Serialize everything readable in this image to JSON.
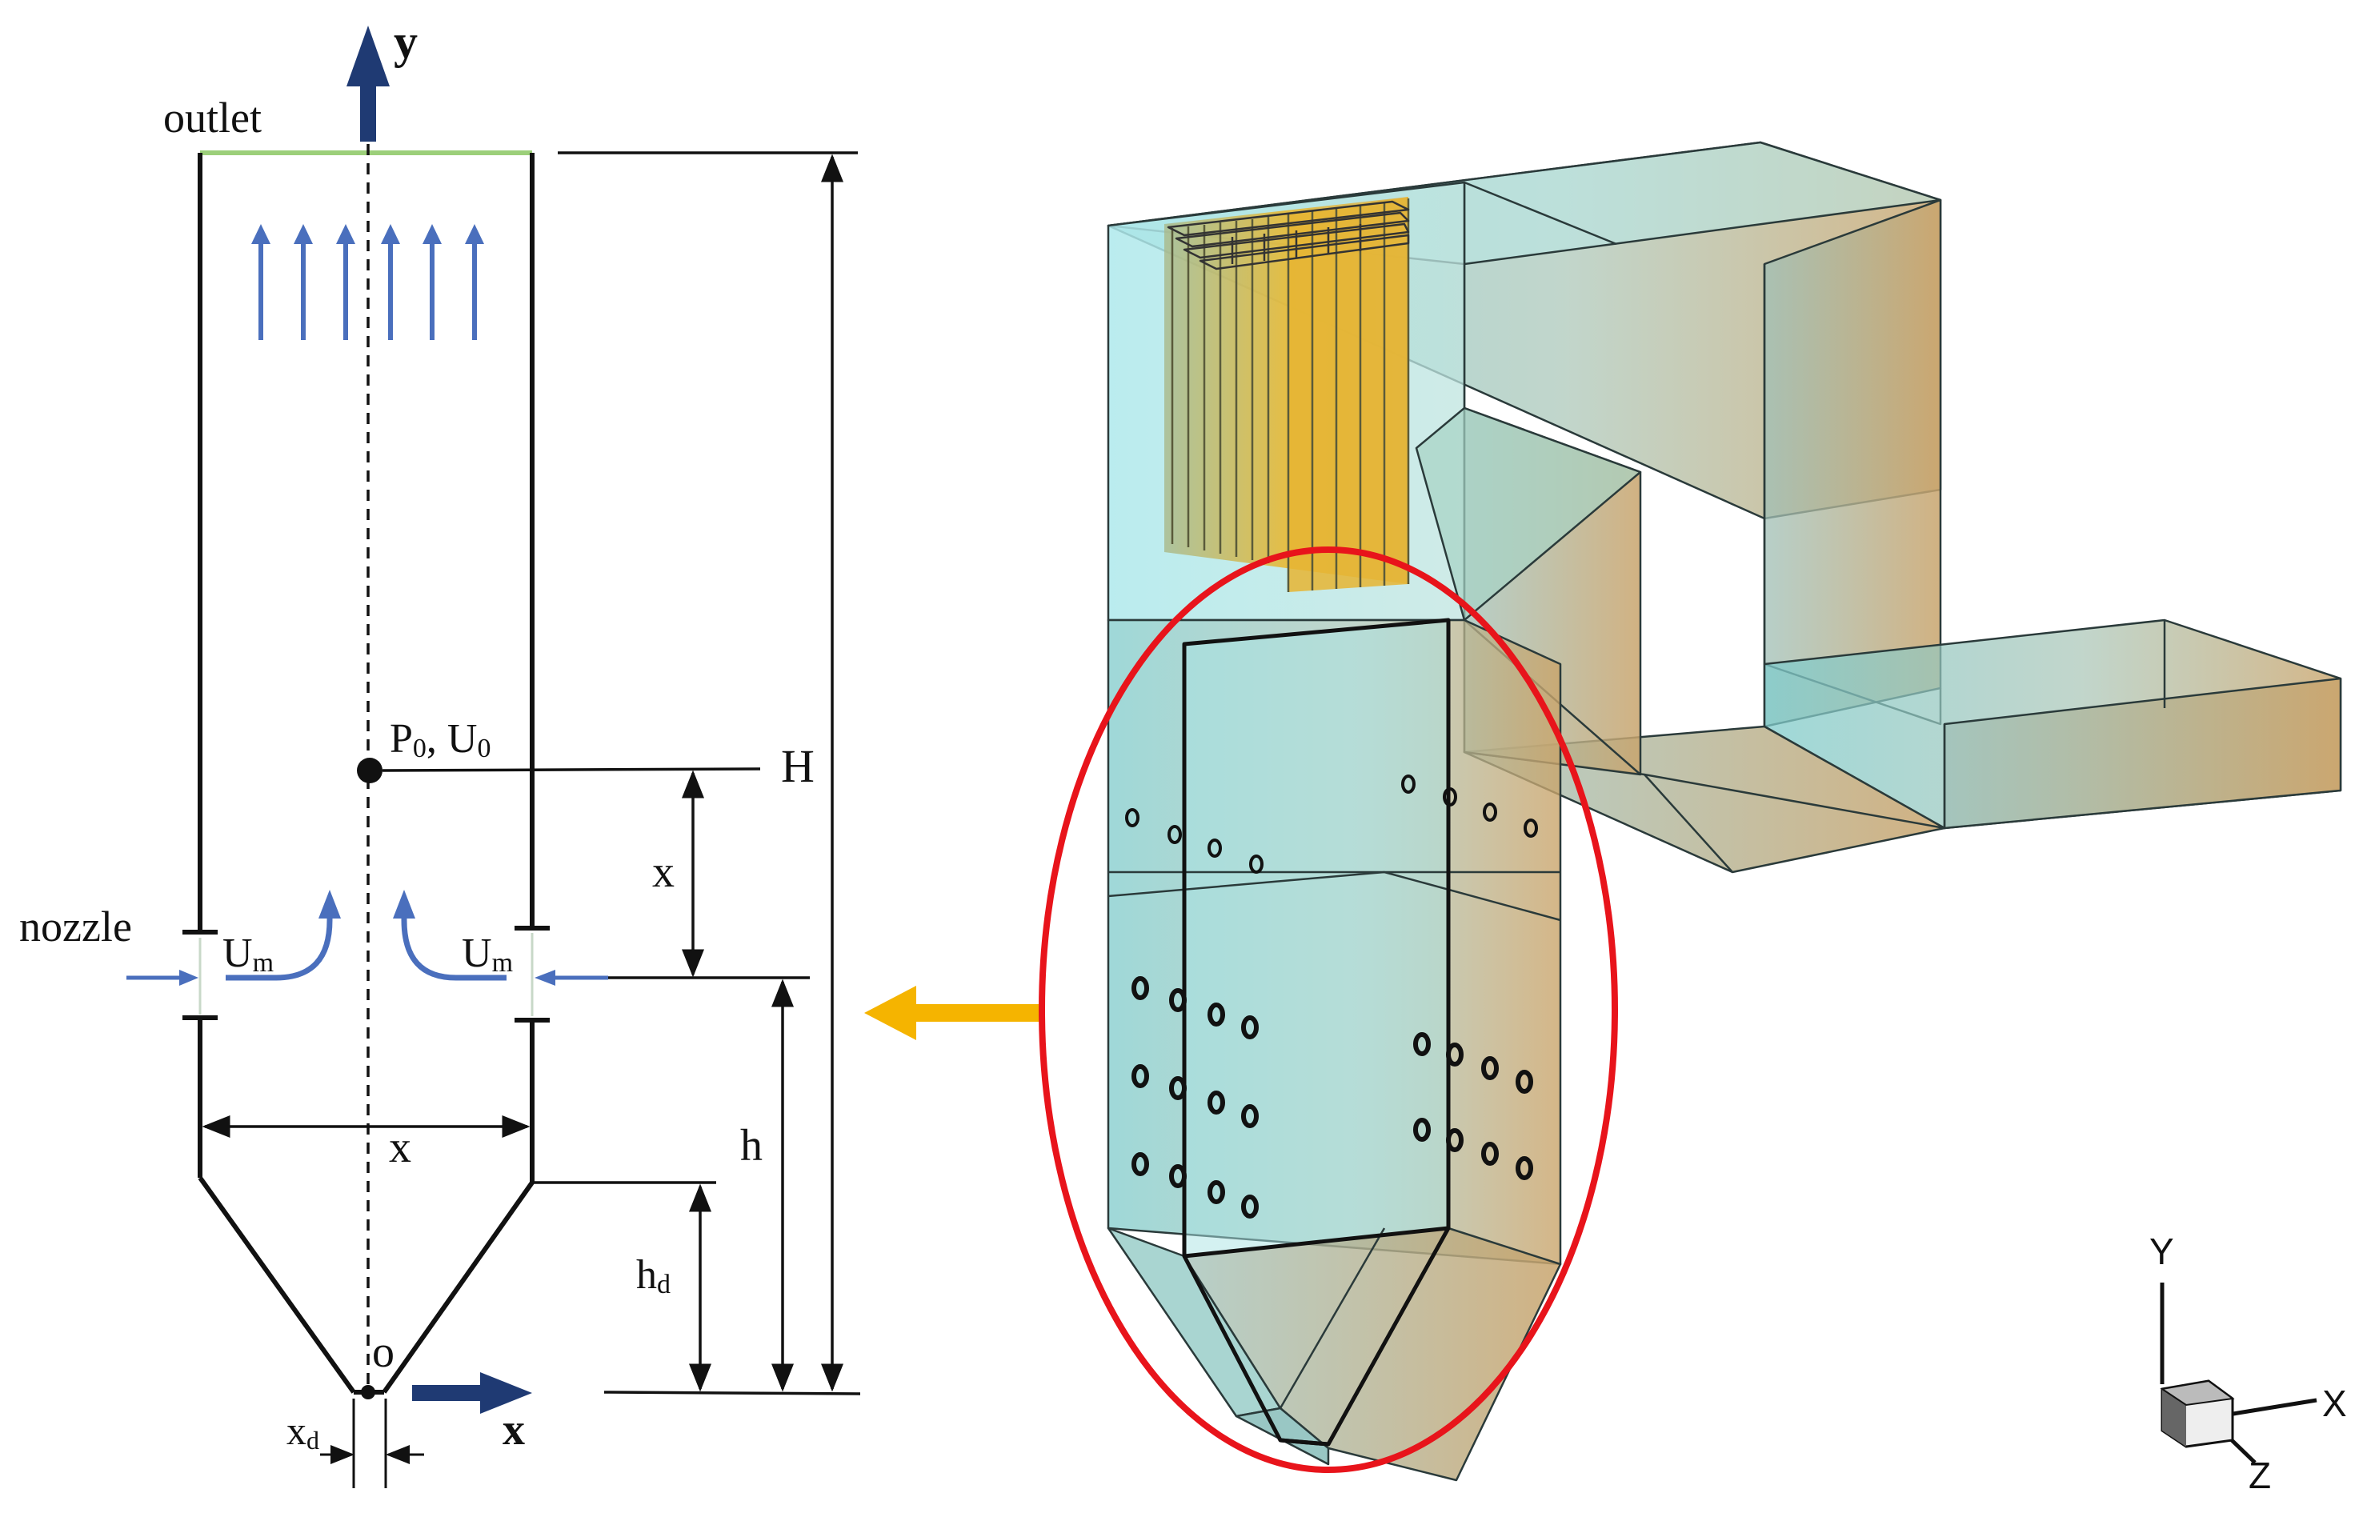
{
  "schematic": {
    "labels": {
      "outlet": "outlet",
      "y_axis": "y",
      "x_axis": "x",
      "origin": "o",
      "nozzle": "nozzle",
      "um_left_base": "U",
      "um_left_sub": "m",
      "um_right_base": "U",
      "um_right_sub": "m",
      "probe_p": "P",
      "probe_p_sub": "0",
      "probe_u": ", U",
      "probe_u_sub": "0",
      "dim_H": "H",
      "dim_x_vertical": "x",
      "dim_h": "h",
      "dim_hd_base": "h",
      "dim_hd_sub": "d",
      "dim_width": "x",
      "dim_xd_base": "x",
      "dim_xd_sub": "d"
    },
    "colors": {
      "outlet_line": "#9ccf7a",
      "flow_arrows": "#4a6fbd",
      "axis_arrows": "#1f3a73",
      "wall": "#111111"
    }
  },
  "model3d": {
    "axis_triad": {
      "x": "X",
      "y": "Y",
      "z": "Z"
    },
    "colors": {
      "body_teal": "#8fd3d3",
      "body_tan": "#c9a86e",
      "heat_exchanger": "#e8b730",
      "highlight_ellipse": "#e8141b",
      "pointer_arrow": "#f5b400"
    }
  }
}
